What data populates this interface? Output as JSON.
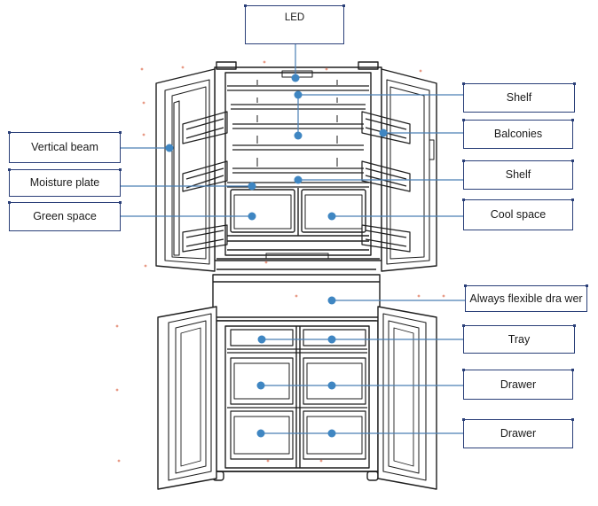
{
  "labels": {
    "led": "LED",
    "shelf_top": "Shelf",
    "balconies": "Balconies",
    "shelf_mid": "Shelf",
    "cool_space": "Cool space",
    "vertical_beam": "Vertical beam",
    "moisture_plate": "Moisture plate",
    "green_space": "Green space",
    "flexible_drawer": "Always flexible dra wer",
    "tray": "Tray",
    "drawer_upper": "Drawer",
    "drawer_lower": "Drawer"
  },
  "colors": {
    "outline": "#1e1e1e",
    "leader_line": "#4a7fb3",
    "marker_dot": "#3f86c2",
    "label_border": "#2a3f78",
    "speck": "#e89a86"
  }
}
